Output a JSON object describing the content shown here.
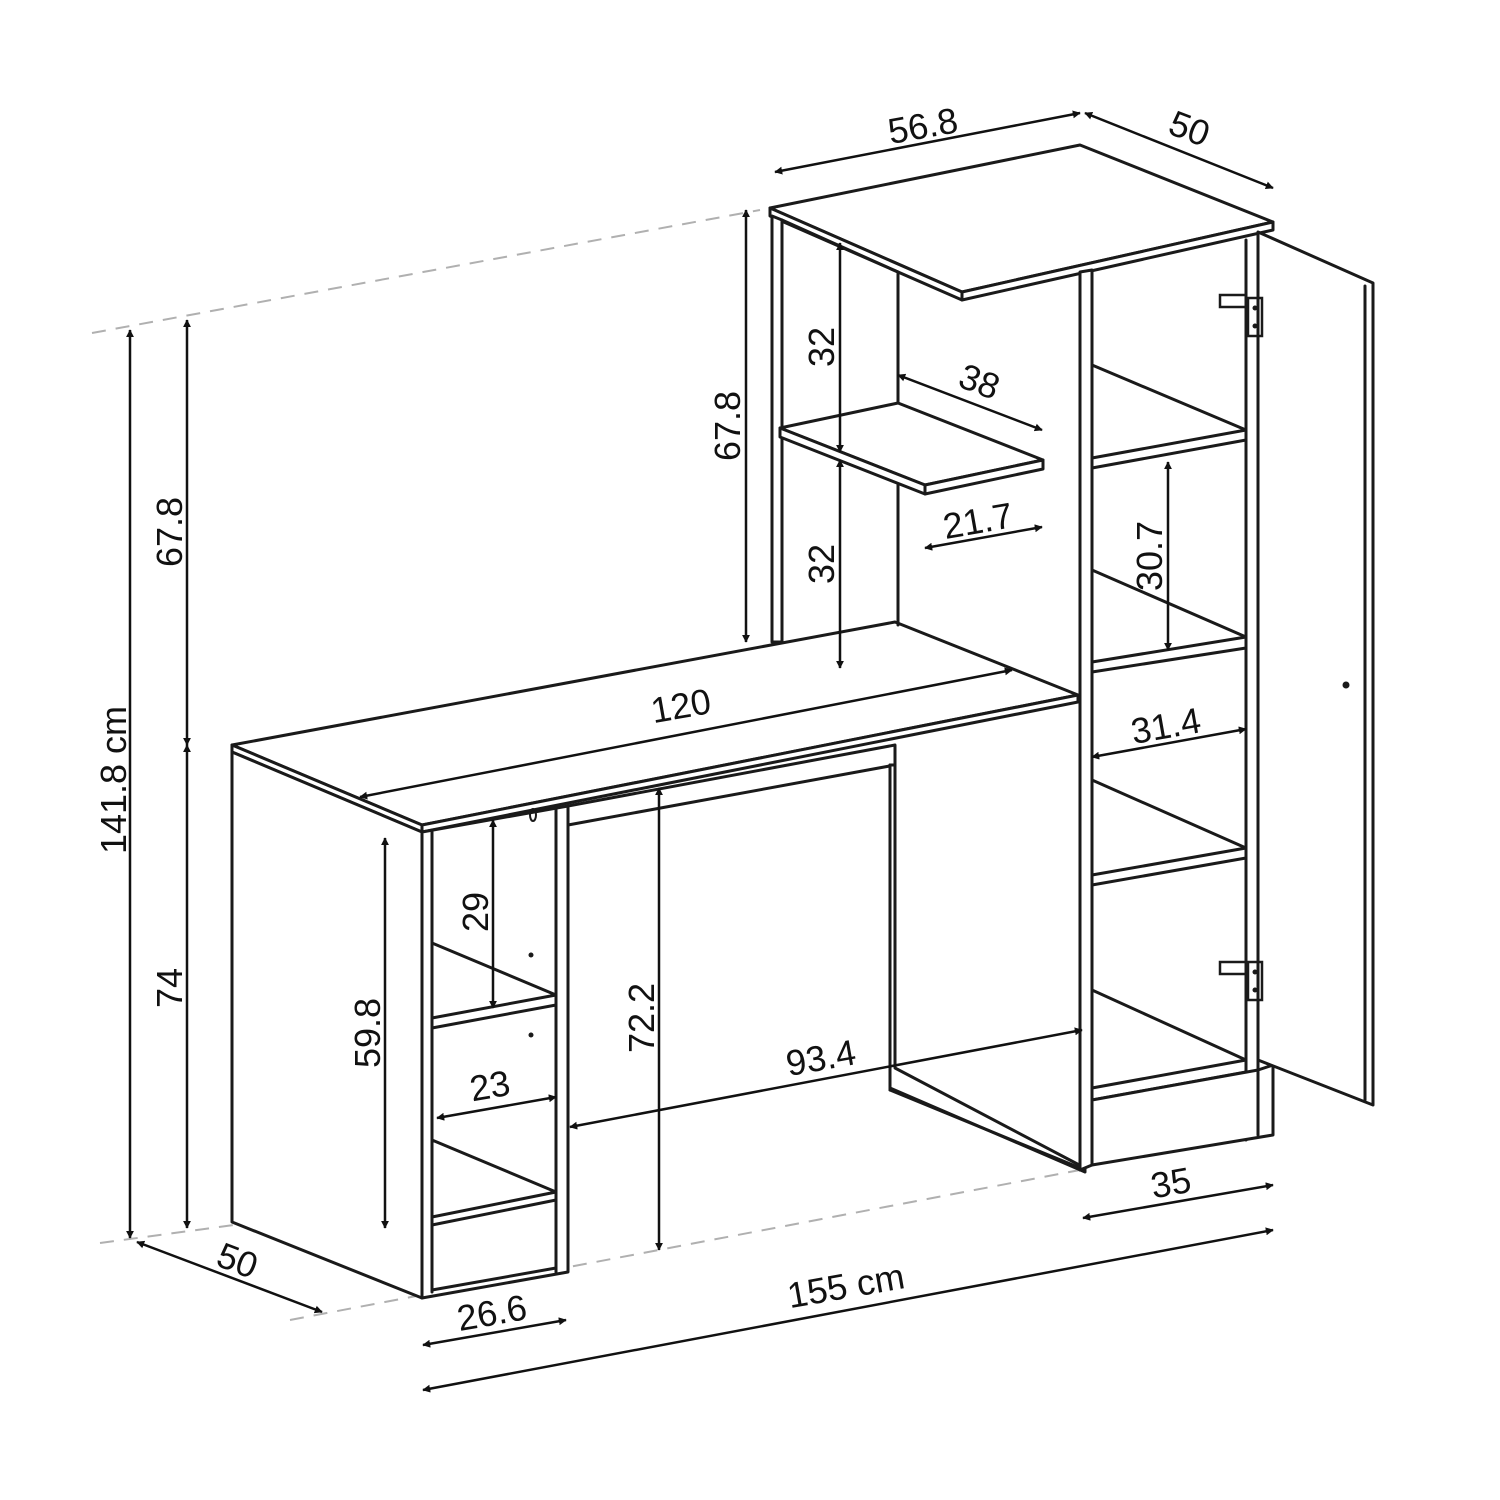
{
  "dimensions": {
    "top_width": "56.8",
    "top_depth": "50",
    "upper_height_tower": "67.8",
    "open_shelf_upper": "32",
    "open_shelf_lower": "32",
    "shelf_width": "38",
    "shelf_depth": "21.7",
    "cabinet_compartment_height": "30.7",
    "cabinet_inner_width": "31.4",
    "desk_width": "120",
    "total_height": "141.8 cm",
    "upper_height_left": "67.8",
    "desk_height": "74",
    "left_unit_height": "59.8",
    "left_compartment_height": "29",
    "left_compartment_width": "23",
    "knee_height": "72.2",
    "knee_width": "93.4",
    "cabinet_depth": "35",
    "left_unit_width": "26.6",
    "base_depth": "50",
    "total_width": "155 cm"
  }
}
